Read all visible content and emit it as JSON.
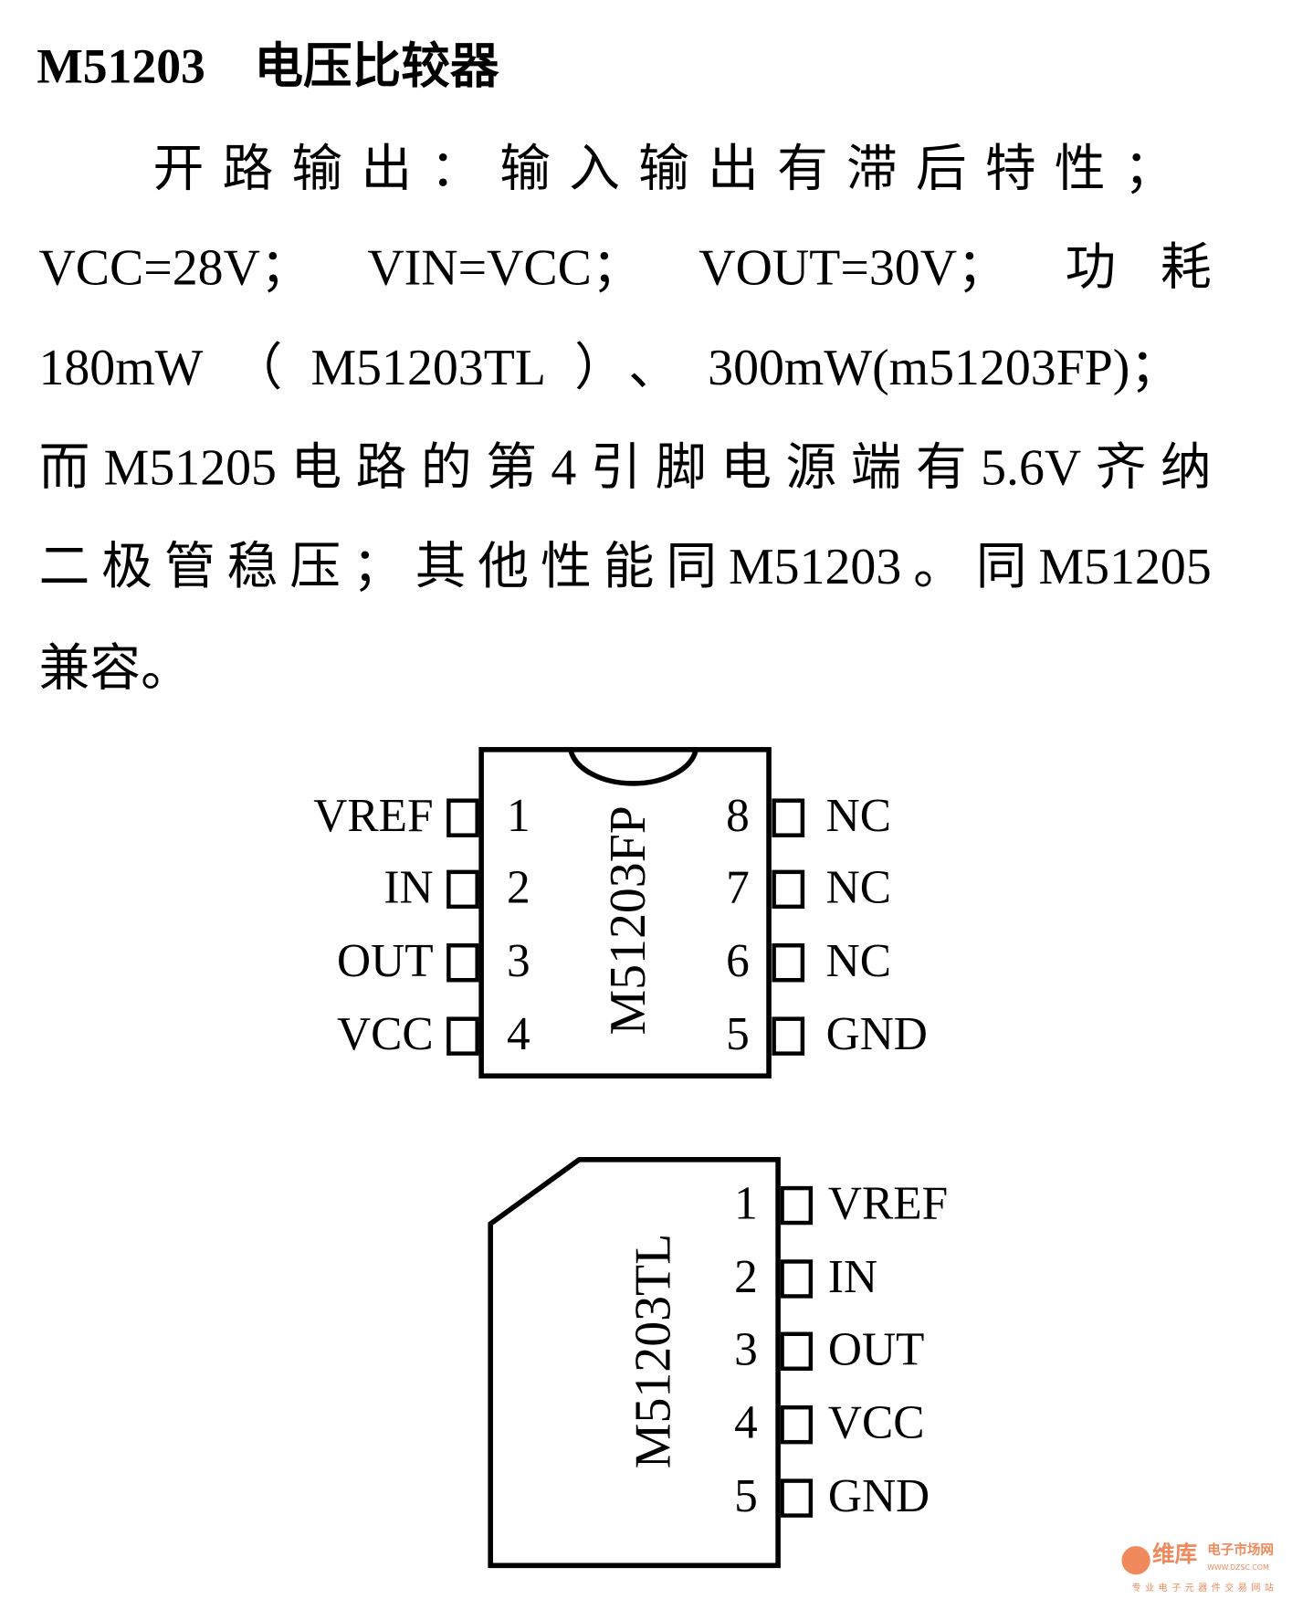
{
  "title": {
    "part": "M51203",
    "name": "电压比较器"
  },
  "paragraph": [
    "开路输出：输入输出有滞后特性；",
    "VCC=28V； VIN=VCC； VOUT=30V； 功耗",
    "180mW（M51203TL）、300mW(m51203FP)；",
    "而M51205电路的第4引脚电源端有5.6V齐纳",
    "二极管稳压；其他性能同M51203。同M51205",
    "兼容。"
  ],
  "fp_package": {
    "label": "M51203FP",
    "left_pins": [
      {
        "num": "1",
        "name": "VREF"
      },
      {
        "num": "2",
        "name": "IN"
      },
      {
        "num": "3",
        "name": "OUT"
      },
      {
        "num": "4",
        "name": "VCC"
      }
    ],
    "right_pins": [
      {
        "num": "8",
        "name": "NC"
      },
      {
        "num": "7",
        "name": "NC"
      },
      {
        "num": "6",
        "name": "NC"
      },
      {
        "num": "5",
        "name": "GND"
      }
    ]
  },
  "tl_package": {
    "label": "M51203TL",
    "pins": [
      {
        "num": "1",
        "name": "VREF"
      },
      {
        "num": "2",
        "name": "IN"
      },
      {
        "num": "3",
        "name": "OUT"
      },
      {
        "num": "4",
        "name": "VCC"
      },
      {
        "num": "5",
        "name": "GND"
      }
    ]
  },
  "watermark": {
    "brand": "维库",
    "sub": "电子市场网",
    "url": "WWW.DZSC.COM",
    "slogan": "专业电子元器件交易网站",
    "color": "#f08a5d"
  }
}
